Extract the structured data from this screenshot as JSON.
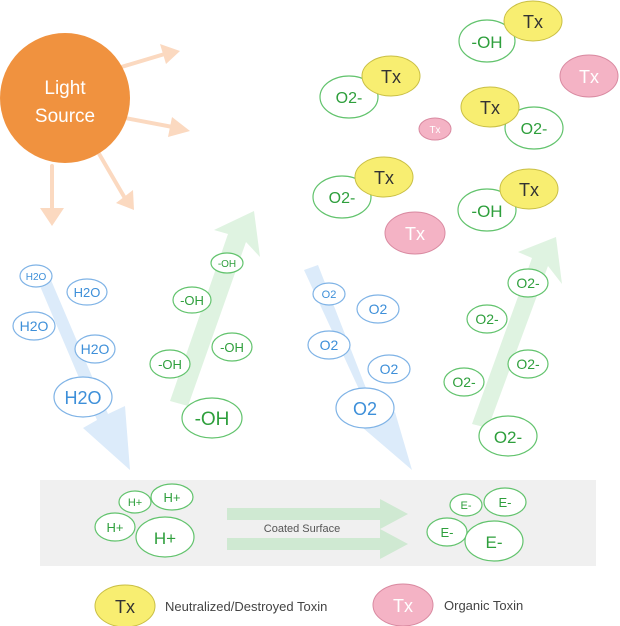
{
  "light_source": {
    "line1": "Light",
    "line2": "Source"
  },
  "surface_label": "Coated Surface",
  "molecules": {
    "water": "H2O",
    "hydroxyl": "-OH",
    "superoxide": "O2",
    "superoxide_ion": "O2-",
    "proton": "H+",
    "electron": "E-",
    "toxin": "Tx"
  },
  "legend": {
    "neutralized_symbol": "Tx",
    "neutralized_label": "Neutralized/Destroyed Toxin",
    "organic_symbol": "Tx",
    "organic_label": "Organic Toxin"
  },
  "colors": {
    "light_source": "#f0923f",
    "light_ray": "#fbd9c0",
    "water_stroke": "#7fb3e6",
    "water_text": "#3d8fd9",
    "water_arrow": "#dcebfa",
    "hydroxyl_stroke": "#62c36d",
    "hydroxyl_text": "#2e9f3c",
    "hydroxyl_arrow": "#dff3e1",
    "surface": "#f0f0f0",
    "toxin_neutralized": "#f8ee71",
    "toxin_organic": "#f4b3c5"
  }
}
